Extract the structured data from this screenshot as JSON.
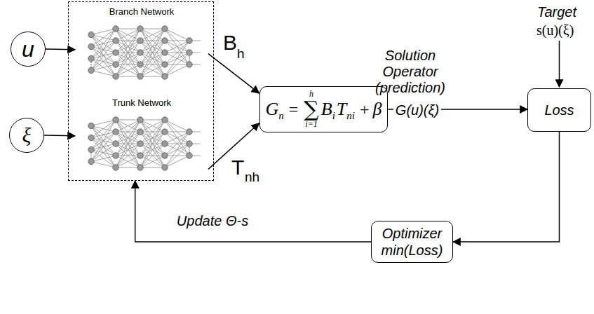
{
  "diagram": {
    "nodes": [
      {
        "text": []
      },
      {
        "text": [
          "Branch Network"
        ],
        "in": 0
      },
      {
        "text": [
          "Trunk Network"
        ],
        "in": 0
      },
      {
        "text": [
          "u"
        ]
      },
      {
        "text": [
          "ξ"
        ]
      },
      {
        "text": [
          "G",
          "n",
          "=",
          "h",
          "∑",
          "i=1",
          "B",
          "i",
          "T",
          "ni",
          "+",
          "β"
        ]
      },
      {
        "text": [
          "Loss"
        ]
      },
      {
        "text": [
          "Optimizer min(Loss)"
        ]
      }
    ],
    "edges": [
      {
        "from": 3,
        "to": 1,
        "arrow": "to"
      },
      {
        "from": 4,
        "to": 2,
        "arrow": "to"
      },
      {
        "from": 1,
        "to": 5,
        "arrow": "to"
      },
      {
        "from": 2,
        "to": 5,
        "arrow": "to"
      },
      {
        "from": 5,
        "to": 6,
        "label": "G(u)(ξ)",
        "arrow": "to"
      },
      {
        "from": 6,
        "to": 7,
        "arrow": "to"
      },
      {
        "from": 7,
        "to": 0,
        "label": "Update Θ-s",
        "arrow": "to"
      }
    ],
    "labels": [
      "B",
      "h",
      "T",
      "nh",
      "Solution Operator (prediction)",
      "Target",
      "s(u)(ξ)"
    ]
  }
}
